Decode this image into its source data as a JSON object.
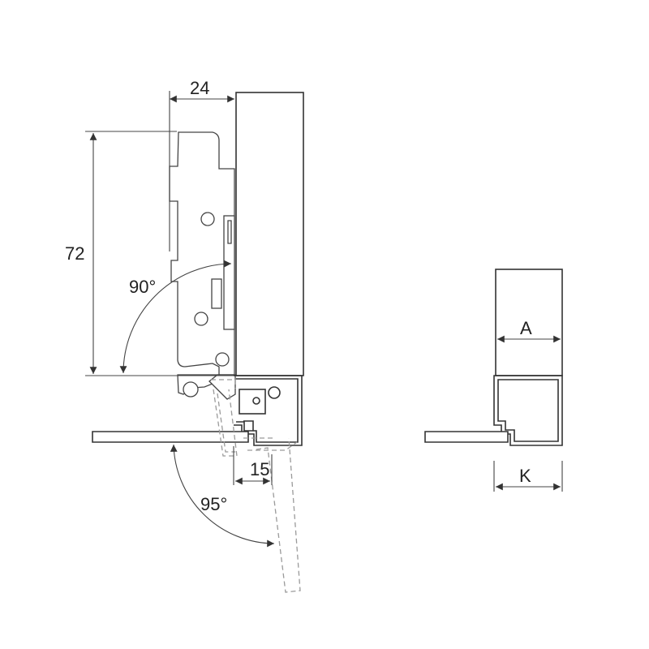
{
  "figure": {
    "left_drawing": {
      "dim_width": "24",
      "dim_height": "72",
      "angle_upper": "90°",
      "angle_lower": "95°",
      "dim_offset": "15"
    },
    "right_drawing": {
      "dim_a": "A",
      "dim_k": "K"
    }
  },
  "colors": {
    "line": "#333333",
    "dim": "#444444",
    "ghost": "#9a9a9a",
    "background": "#ffffff"
  }
}
